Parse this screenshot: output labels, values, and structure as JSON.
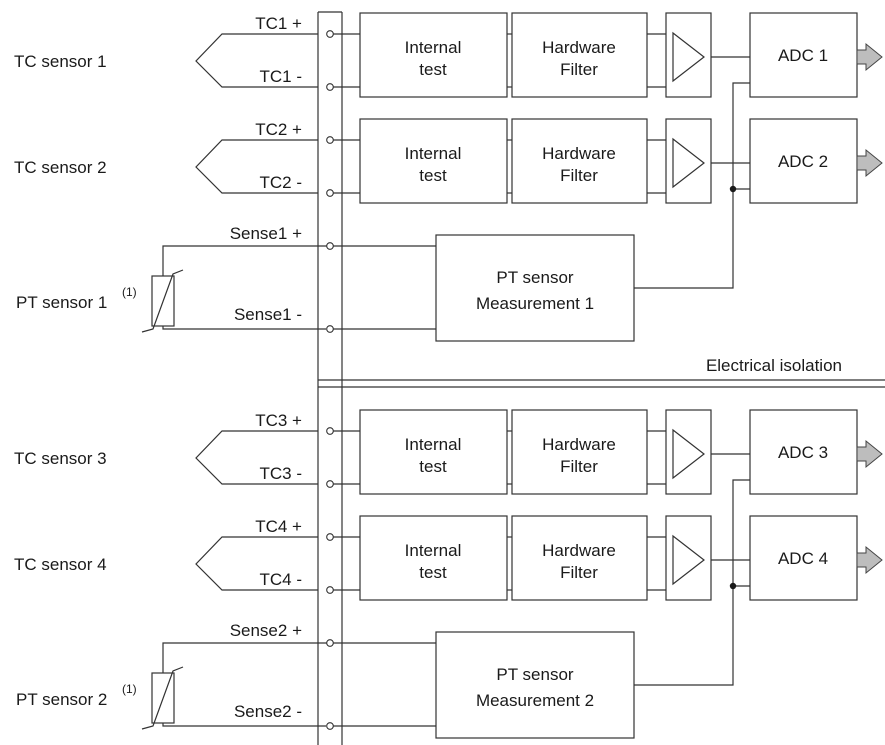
{
  "isolation_label": "Electrical isolation",
  "footnote_marker": "(1)",
  "groups": [
    {
      "tc_channels": [
        {
          "sensor": "TC sensor 1",
          "plus": "TC1 +",
          "minus": "TC1 -",
          "block1": [
            "Internal",
            "test"
          ],
          "block2": [
            "Hardware",
            "Filter"
          ],
          "adc": "ADC 1"
        },
        {
          "sensor": "TC sensor 2",
          "plus": "TC2 +",
          "minus": "TC2 -",
          "block1": [
            "Internal",
            "test"
          ],
          "block2": [
            "Hardware",
            "Filter"
          ],
          "adc": "ADC 2"
        }
      ],
      "pt": {
        "sensor": "PT sensor 1",
        "plus": "Sense1 +",
        "minus": "Sense1 -",
        "block": [
          "PT sensor",
          "Measurement 1"
        ]
      }
    },
    {
      "tc_channels": [
        {
          "sensor": "TC sensor 3",
          "plus": "TC3 +",
          "minus": "TC3 -",
          "block1": [
            "Internal",
            "test"
          ],
          "block2": [
            "Hardware",
            "Filter"
          ],
          "adc": "ADC 3"
        },
        {
          "sensor": "TC sensor 4",
          "plus": "TC4 +",
          "minus": "TC4 -",
          "block1": [
            "Internal",
            "test"
          ],
          "block2": [
            "Hardware",
            "Filter"
          ],
          "adc": "ADC 4"
        }
      ],
      "pt": {
        "sensor": "PT sensor 2",
        "plus": "Sense2 +",
        "minus": "Sense2 -",
        "block": [
          "PT sensor",
          "Measurement 2"
        ]
      }
    }
  ]
}
